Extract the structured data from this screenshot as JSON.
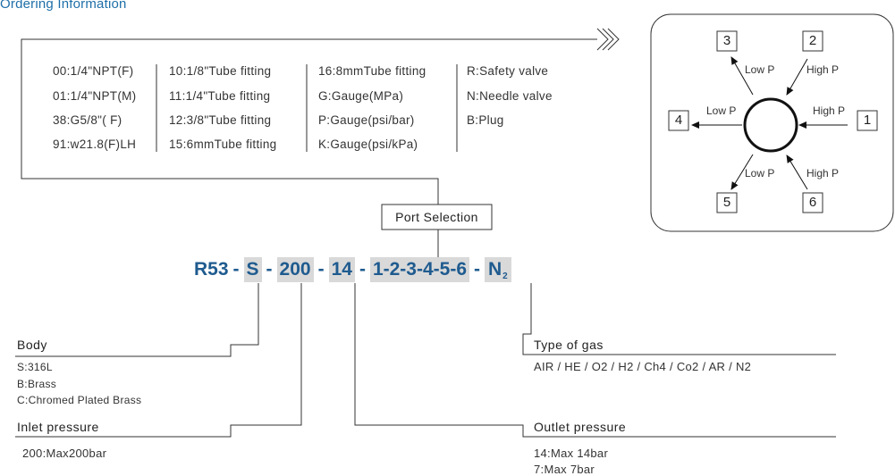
{
  "title": "Ordering Information",
  "options": {
    "col1": [
      "00:1/4\"NPT(F)",
      "01:1/4\"NPT(M)",
      "38:G5/8\"( F)",
      "91:w21.8(F)LH"
    ],
    "col2": [
      "10:1/8\"Tube fitting",
      "11:1/4\"Tube fitting",
      "12:3/8\"Tube fitting",
      "15:6mmTube fitting"
    ],
    "col3": [
      "16:8mmTube fitting",
      "G:Gauge(MPa)",
      "P:Gauge(psi/bar)",
      "K:Gauge(psi/kPa)"
    ],
    "col4": [
      "R:Safety valve",
      "N:Needle valve",
      "B:Plug"
    ]
  },
  "port_selection": "Port Selection",
  "part_code": {
    "prefix": "R53",
    "body": "S",
    "inlet": "200",
    "outlet": "14",
    "ports": "1-2-3-4-5-6",
    "gas": "N",
    "gas_sub": "2",
    "separator": "-"
  },
  "body": {
    "heading": "Body",
    "items": [
      "S:316L",
      "B:Brass",
      "C:Chromed Plated Brass"
    ]
  },
  "inlet_pressure": {
    "heading": "Inlet pressure",
    "items": [
      "200:Max200bar"
    ]
  },
  "gas_type": {
    "heading": "Type of gas",
    "items": [
      "AIR / HE / O2  / H2  / Ch4 / Co2  / AR / N2"
    ]
  },
  "outlet_pressure": {
    "heading": "Outlet pressure",
    "items": [
      "14:Max 14bar",
      "7:Max 7bar"
    ]
  },
  "port_diagram": {
    "ports": [
      "1",
      "2",
      "3",
      "4",
      "5",
      "6"
    ],
    "labels": {
      "p1": "High P",
      "p2": "High P",
      "p3": "Low P",
      "p4": "Low P",
      "p5": "Low P",
      "p6": "High P"
    }
  }
}
